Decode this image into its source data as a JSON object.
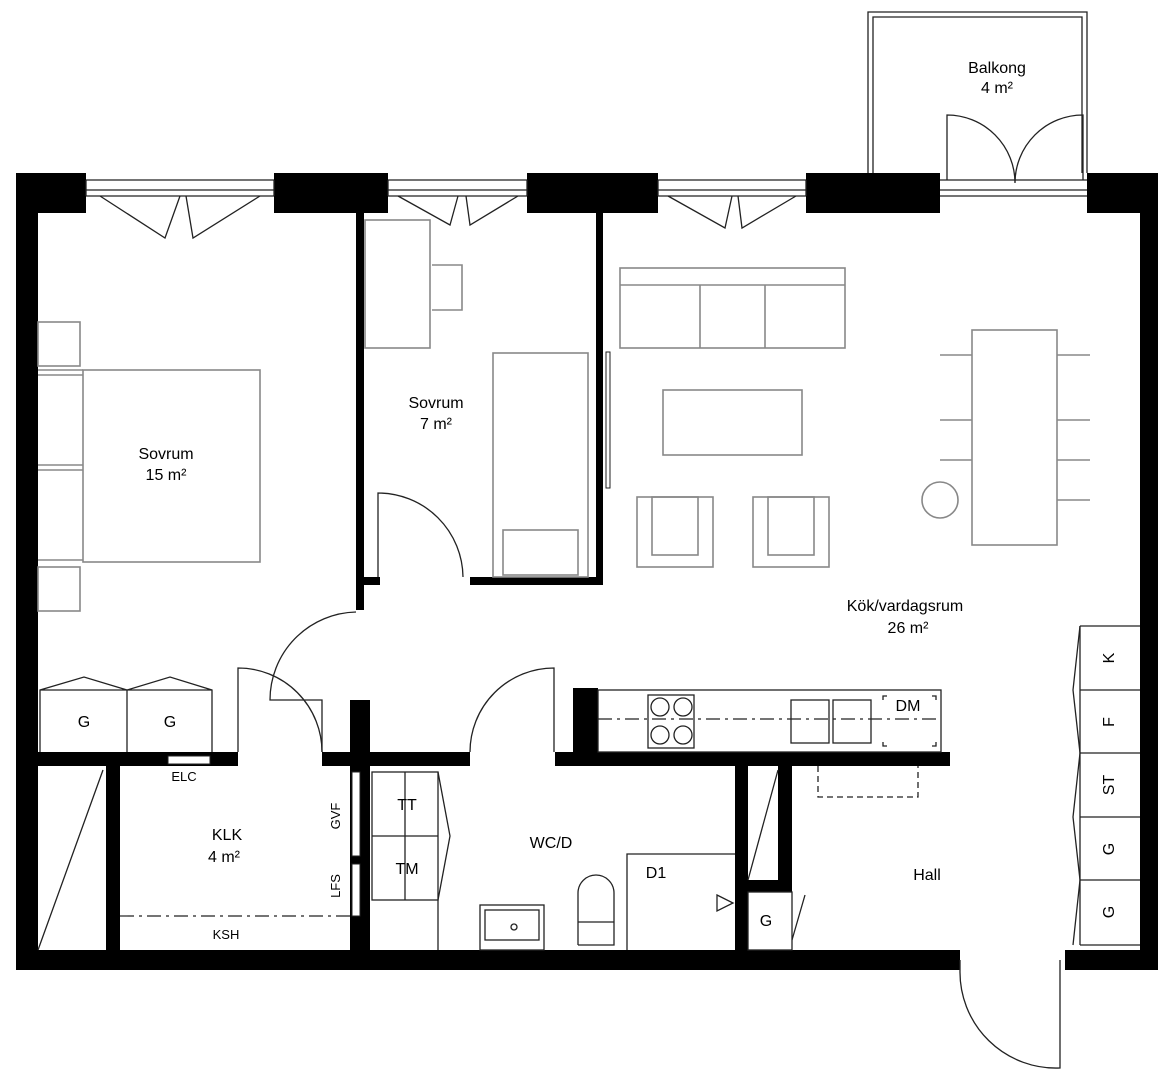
{
  "rooms": {
    "balcony": {
      "name": "Balkong",
      "area": "4 m²"
    },
    "bedroom_large": {
      "name": "Sovrum",
      "area": "15 m²"
    },
    "bedroom_small": {
      "name": "Sovrum",
      "area": "7 m²"
    },
    "living": {
      "name": "Kök/vardagsrum",
      "area": "26 m²"
    },
    "klk": {
      "name": "KLK",
      "area": "4 m²"
    },
    "wc": {
      "name": "WC/D"
    },
    "hall": {
      "name": "Hall"
    }
  },
  "fixtures": {
    "wardrobe_1": "G",
    "wardrobe_2": "G",
    "elc": "ELC",
    "gvf": "GVF",
    "lfs": "LFS",
    "ksh": "KSH",
    "tt": "TT",
    "tm": "TM",
    "d1": "D1",
    "hall_wardrobe": "G",
    "dm": "DM",
    "k": "K",
    "f": "F",
    "st": "ST",
    "g1": "G",
    "g2": "G"
  }
}
